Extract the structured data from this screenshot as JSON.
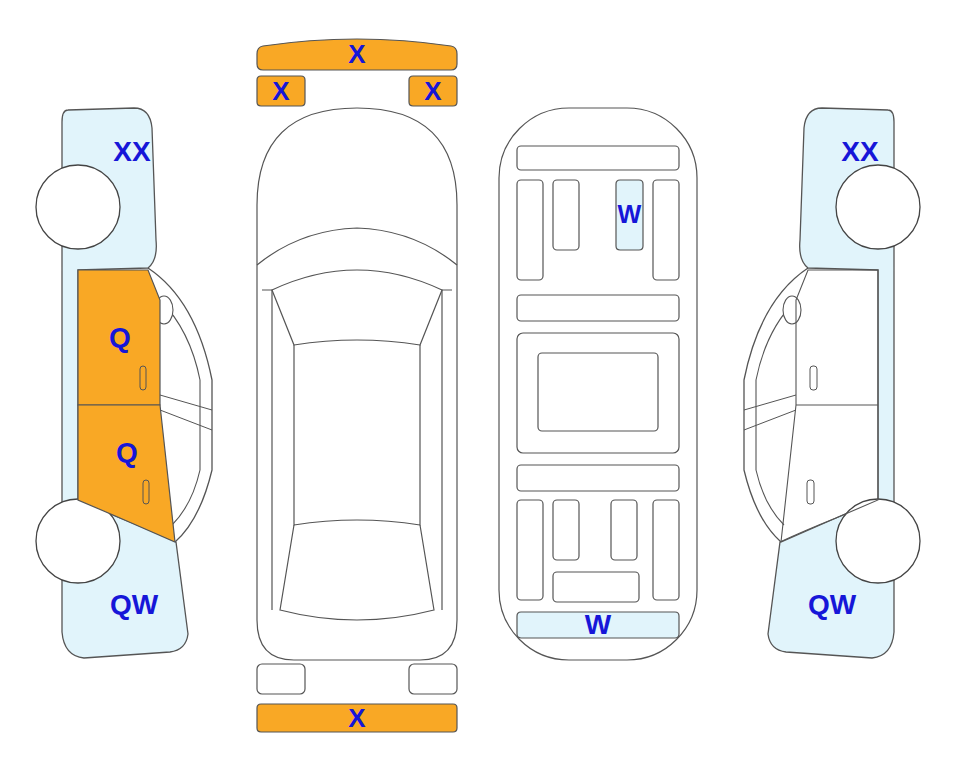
{
  "diagram": {
    "nodes": [
      {
        "text": [
          "X"
        ]
      },
      {
        "text": [
          "X"
        ]
      },
      {
        "text": [
          "X"
        ]
      },
      {
        "text": [
          "Q"
        ]
      },
      {
        "text": [
          "W"
        ]
      },
      {
        "text": [
          "Q"
        ]
      },
      {
        "text": [
          "W"
        ]
      },
      {
        "text": [
          "X"
        ]
      }
    ],
    "labels": [
      "XX",
      "XX",
      "QW",
      "QW"
    ]
  }
}
